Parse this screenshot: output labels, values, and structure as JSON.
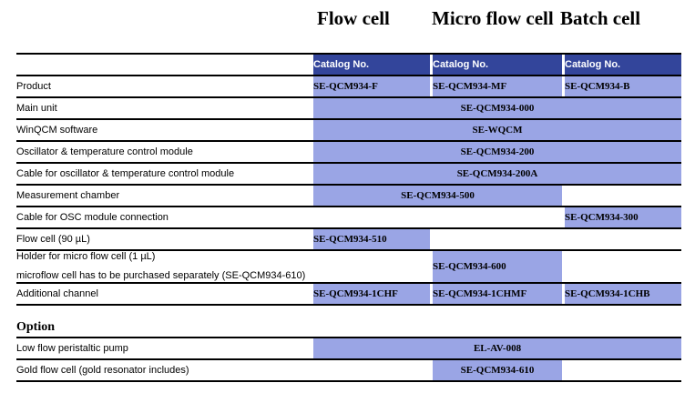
{
  "group_headers": [
    {
      "label": "Flow cell"
    },
    {
      "label": "Micro flow cell"
    },
    {
      "label": "Batch cell"
    }
  ],
  "table": {
    "column_header_label": "Catalog No.",
    "headers": [
      "Catalog No.",
      "Catalog No.",
      "Catalog No."
    ],
    "rows": [
      {
        "label": "Product",
        "values": [
          "SE-QCM934-F",
          "SE-QCM934-MF",
          "SE-QCM934-B"
        ]
      },
      {
        "label": "Main unit",
        "merged_value": "SE-QCM934-000"
      },
      {
        "label": "WinQCM software",
        "merged_value": "SE-WQCM"
      },
      {
        "label": "Oscillator & temperature control module",
        "merged_value": "SE-QCM934-200"
      },
      {
        "label": "Cable for oscillator & temperature control module",
        "merged_value": "SE-QCM934-200A"
      },
      {
        "label": "Measurement chamber",
        "merged_value": "SE-QCM934-500"
      },
      {
        "label": "Cable for OSC module connection",
        "value_col3": "SE-QCM934-300"
      },
      {
        "label": "Flow cell (90 µL)",
        "value_col1": "SE-QCM934-510"
      },
      {
        "label_line1": "Holder for micro flow cell (1 µL)",
        "label_line2": "microflow cell has to be purchased separately (SE-QCM934-610)",
        "value_col2": "SE-QCM934-600"
      },
      {
        "label": "Additional channel",
        "values": [
          "SE-QCM934-1CHF",
          "SE-QCM934-1CHMF",
          "SE-QCM934-1CHB"
        ]
      }
    ]
  },
  "option": {
    "title": "Option",
    "rows": [
      {
        "label": "Low flow peristaltic pump",
        "merged_value": "EL-AV-008"
      },
      {
        "label": "Gold flow cell (gold resonator includes)",
        "value_col2": "SE-QCM934-610"
      }
    ]
  },
  "colors": {
    "header_blue": "#33459B",
    "cell_blue": "#9AA5E5",
    "background": "#FFFFFF",
    "rule": "#000000"
  }
}
